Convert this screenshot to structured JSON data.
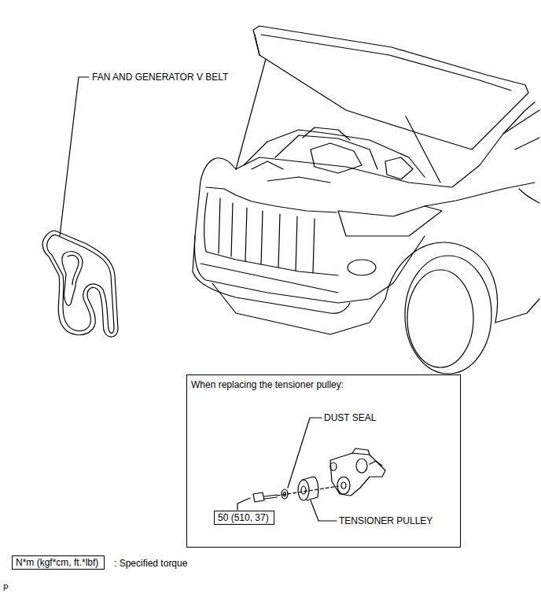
{
  "diagram": {
    "nodes": [
      {
        "text": [
          "When replacing the tensioner pulley:"
        ]
      },
      {
        "text": [
          "50 (510, 37)"
        ],
        "in": 0
      },
      {
        "text": [
          "N*m (kgf*cm, ft.*lbf)"
        ]
      }
    ],
    "labels": [
      "FAN AND GENERATOR V BELT",
      "DUST SEAL",
      "TENSIONER PULLEY",
      ": Specified torque",
      "P"
    ]
  }
}
